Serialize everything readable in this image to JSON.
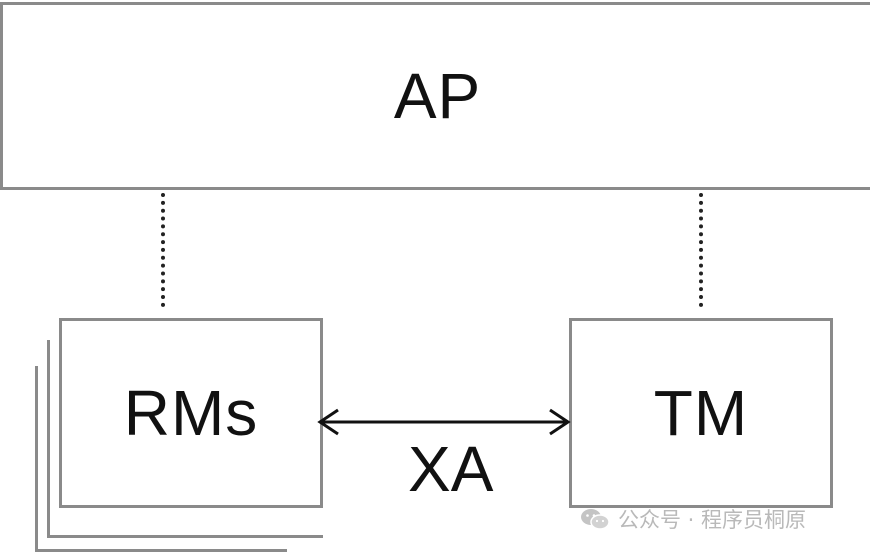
{
  "diagram": {
    "ap_label": "AP",
    "rm_label": "RMs",
    "tm_label": "TM",
    "xa_label": "XA"
  },
  "watermark": {
    "text": "公众号 · 程序员桐原",
    "icon": "wechat-icon"
  },
  "colors": {
    "box_border": "#8a8a8a",
    "text": "#111111",
    "watermark": "#b9b9b9"
  }
}
